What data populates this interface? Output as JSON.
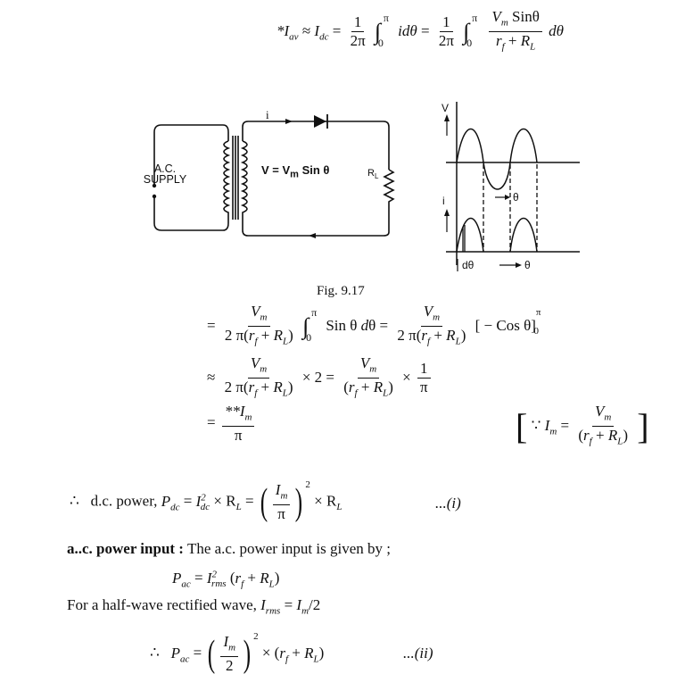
{
  "equations": {
    "eq_top": {
      "lhs": "*I",
      "lhs_sub": "av",
      "eq1": "≈",
      "idc": "I",
      "idc_sub": "dc",
      "frac1_num": "1",
      "frac1_den": "2π",
      "int_upper": "π",
      "int_lower": "0",
      "integrand1": "idθ",
      "frac2_num": "1",
      "frac2_den": "2π",
      "frac3_num": "V_m Sinθ",
      "frac3_den": "r_f + R_L",
      "dtheta": "dθ"
    },
    "line1": {
      "num": "V_m",
      "den": "2 π(r_f + R_L)",
      "integrand": "Sin θ dθ",
      "num2": "V_m",
      "den2": "2 π(r_f + R_L)",
      "bracket": "[ − Cos θ]",
      "bracket_upper": "π",
      "bracket_lower": "0"
    },
    "line2": {
      "num": "V_m",
      "den": "2 π(r_f + R_L)",
      "times": "× 2",
      "num2": "V_m",
      "den2": "(r_f + R_L)",
      "times2": "×",
      "frac_num": "1",
      "frac_den": "π"
    },
    "line3": {
      "num": "**I_m",
      "den": "π",
      "note_prefix": "∵",
      "note_lhs": "I_m",
      "note_num": "V_m",
      "note_den": "(r_f + R_L)"
    }
  },
  "figure": {
    "caption": "Fig. 9.17",
    "supply_label_1": "A.C.",
    "supply_label_2": "SUPPLY",
    "voltage_label": "V = V",
    "voltage_sub": "m",
    "voltage_tail": "Sin θ",
    "current_label": "i",
    "load_label": "R",
    "load_sub": "L",
    "graph_v_label": "V",
    "graph_i_label": "i",
    "graph_theta_label": "θ",
    "graph_dtheta_label": "dθ",
    "graph_theta_axis_label": "θ"
  },
  "dc_power": {
    "therefore": "∴",
    "label": "d.c. power,",
    "expr_lhs": "P",
    "expr_lhs_sub": "dc",
    "expr_mid": "I",
    "expr_mid_sup": "2",
    "expr_mid_sub": "dc",
    "times_rl": "× R",
    "rl_sub": "L",
    "frac_num": "I_m",
    "frac_den": "π",
    "power": "2",
    "times_rl2": "× R",
    "rl2_sub": "L",
    "eq_ref": "...(i)"
  },
  "ac_power": {
    "heading": "a..c. power input :",
    "text": "The a.c. power input is given by ;",
    "eq_lhs": "P",
    "eq_lhs_sub": "ac",
    "eq_rhs": "I",
    "eq_rhs_sup": "2",
    "eq_rhs_sub": "rms",
    "eq_rhs_tail": "(r",
    "eq_rhs_tail_sub": "f",
    "eq_rhs_tail2": "+ R",
    "eq_rhs_tail2_sub": "L",
    "eq_rhs_close": ")"
  },
  "half_wave": {
    "text": "For a half-wave rectified wave,",
    "irms": "I",
    "irms_sub": "rms",
    "eq": "=",
    "im": "I",
    "im_sub": "m",
    "div": "/2"
  },
  "pac_final": {
    "therefore": "∴",
    "lhs": "P",
    "lhs_sub": "ac",
    "frac_num": "I_m",
    "frac_den": "2",
    "power": "2",
    "tail": "× (r",
    "tail_sub": "f",
    "tail2": "+ R",
    "tail2_sub": "L",
    "close": ")",
    "eq_ref": "...(ii)"
  }
}
